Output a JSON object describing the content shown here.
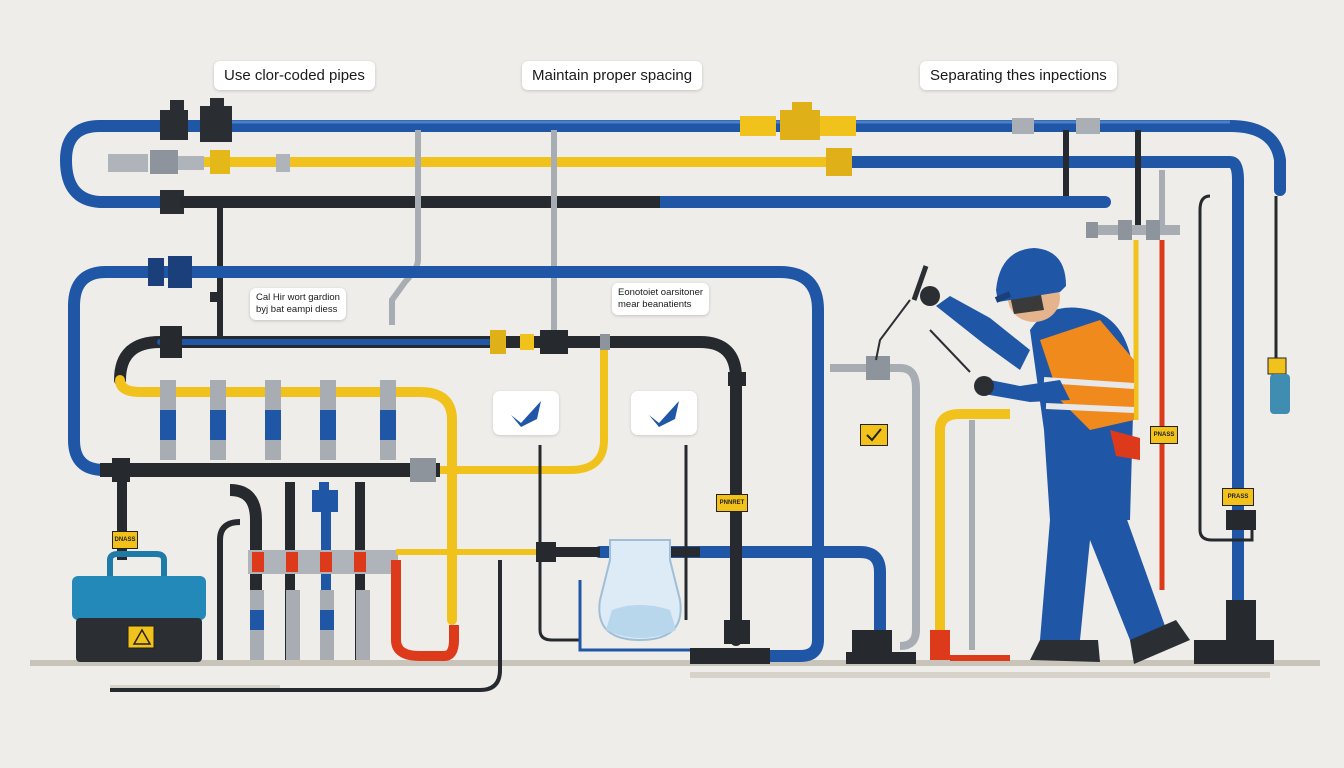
{
  "callouts": {
    "color_coded": "Use clor-coded pipes",
    "spacing": "Maintain proper spacing",
    "inspections": "Separating thes inpections",
    "note_left_1": "Cal Hir wort gardion",
    "note_left_2": "byj bat eampi diess",
    "note_mid_1": "Eonotoiet oarsitoner",
    "note_mid_2": "mear beanatients"
  },
  "tags": {
    "toolbox": "DNASS",
    "valve_mid": "PNNRET",
    "post_right": "PRASS",
    "hanger": "PNASS"
  },
  "colors": {
    "blue_pipe": "#1f56a6",
    "yellow_pipe": "#f1c21b",
    "black_pipe": "#26292d",
    "gray_pipe": "#9aa1a8",
    "red_pipe": "#dd3a1c",
    "background": "#efede9",
    "check_blue": "#1f56a6",
    "worker_suit": "#1f56a6",
    "vest_orange": "#f08a1d"
  },
  "icons": [
    "checkmark-icon",
    "checkmark-icon",
    "warning-icon",
    "toolbox-icon",
    "worker-figure",
    "glass-flask-icon"
  ]
}
